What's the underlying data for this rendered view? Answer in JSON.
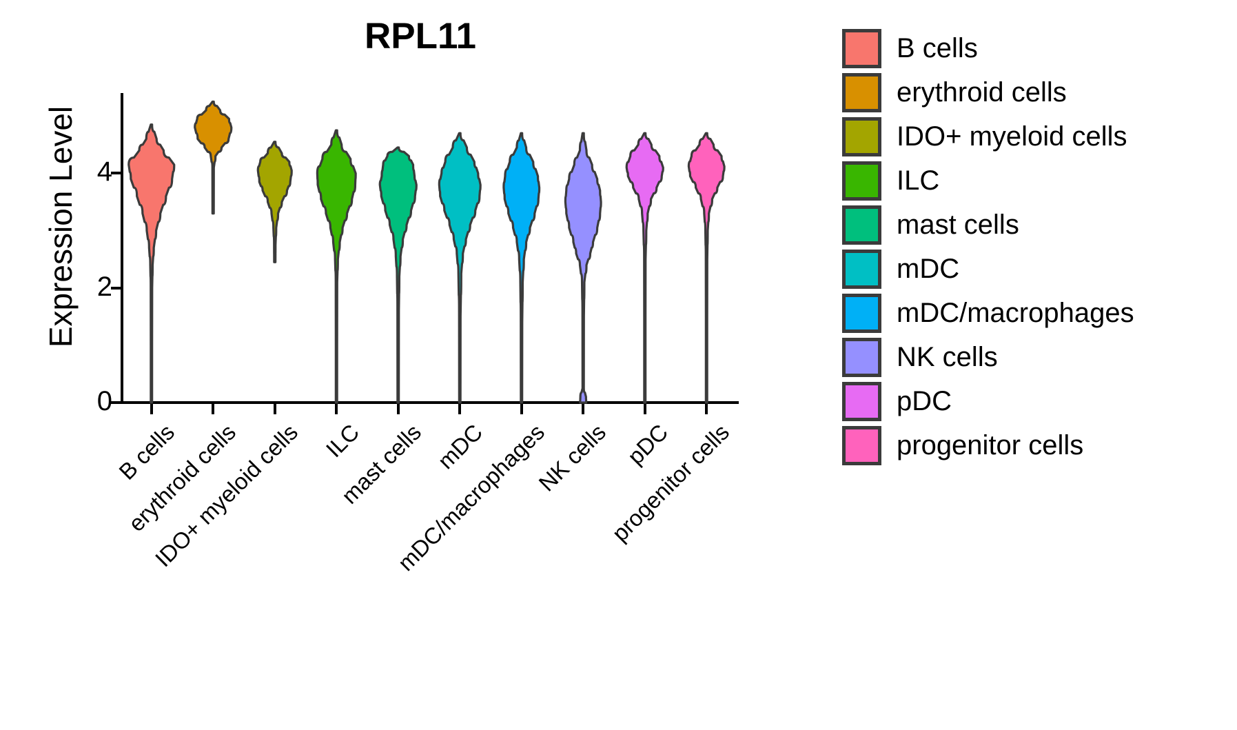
{
  "chart_data": {
    "type": "violin",
    "title": "RPL11",
    "xlabel": "",
    "ylabel": "Expression Level",
    "ylim": [
      0,
      5.4
    ],
    "yticks": [
      0,
      2,
      4
    ],
    "ytick_labels": [
      "0",
      "2",
      "4"
    ],
    "grid": false,
    "legend_position": "right",
    "x_tick_rotation": -45,
    "categories": [
      "B cells",
      "erythroid cells",
      "IDO+ myeloid cells",
      "ILC",
      "mast cells",
      "mDC",
      "mDC/macrophages",
      "NK cells",
      "pDC",
      "progenitor cells"
    ],
    "colors": [
      "#F8766D",
      "#D89000",
      "#A3A500",
      "#39B600",
      "#00BF7D",
      "#00BFC4",
      "#00B0F6",
      "#9590FF",
      "#E76BF3",
      "#FF62BC"
    ],
    "series": [
      {
        "name": "B cells",
        "color": "#F8766D",
        "median": 4.05,
        "peak": 4.15,
        "max": 4.85,
        "min": 0.0,
        "q1": 3.45,
        "q3": 4.4,
        "width_profile": [
          [
            4.85,
            0.02
          ],
          [
            4.6,
            0.22
          ],
          [
            4.4,
            0.52
          ],
          [
            4.15,
            0.97
          ],
          [
            3.9,
            0.88
          ],
          [
            3.6,
            0.62
          ],
          [
            3.3,
            0.38
          ],
          [
            3.0,
            0.2
          ],
          [
            2.7,
            0.1
          ],
          [
            2.4,
            0.05
          ],
          [
            2.0,
            0.03
          ],
          [
            1.0,
            0.02
          ],
          [
            0.0,
            0.02
          ]
        ]
      },
      {
        "name": "erythroid cells",
        "color": "#D89000",
        "median": 4.82,
        "peak": 4.8,
        "max": 5.25,
        "min": 3.3,
        "q1": 4.6,
        "q3": 5.0,
        "width_profile": [
          [
            5.25,
            0.02
          ],
          [
            5.1,
            0.3
          ],
          [
            4.95,
            0.68
          ],
          [
            4.8,
            0.78
          ],
          [
            4.6,
            0.66
          ],
          [
            4.45,
            0.36
          ],
          [
            4.3,
            0.1
          ],
          [
            4.1,
            0.03
          ],
          [
            3.3,
            0.02
          ]
        ]
      },
      {
        "name": "IDO+ myeloid cells",
        "color": "#A3A500",
        "median": 4.0,
        "peak": 4.05,
        "max": 4.55,
        "min": 2.45,
        "q1": 3.7,
        "q3": 4.2,
        "width_profile": [
          [
            4.55,
            0.02
          ],
          [
            4.35,
            0.3
          ],
          [
            4.2,
            0.62
          ],
          [
            4.05,
            0.72
          ],
          [
            3.85,
            0.66
          ],
          [
            3.7,
            0.52
          ],
          [
            3.5,
            0.3
          ],
          [
            3.3,
            0.14
          ],
          [
            3.05,
            0.06
          ],
          [
            2.75,
            0.03
          ],
          [
            2.45,
            0.02
          ]
        ]
      },
      {
        "name": "ILC",
        "color": "#39B600",
        "median": 3.92,
        "peak": 4.0,
        "max": 4.75,
        "min": 0.0,
        "q1": 3.5,
        "q3": 4.2,
        "width_profile": [
          [
            4.75,
            0.02
          ],
          [
            4.5,
            0.22
          ],
          [
            4.25,
            0.6
          ],
          [
            4.0,
            0.82
          ],
          [
            3.8,
            0.8
          ],
          [
            3.55,
            0.66
          ],
          [
            3.3,
            0.45
          ],
          [
            3.05,
            0.26
          ],
          [
            2.8,
            0.14
          ],
          [
            2.5,
            0.06
          ],
          [
            2.1,
            0.03
          ],
          [
            1.0,
            0.02
          ],
          [
            0.0,
            0.02
          ]
        ]
      },
      {
        "name": "mast cells",
        "color": "#00BF7D",
        "median": 3.78,
        "peak": 3.85,
        "max": 4.45,
        "min": 0.0,
        "q1": 3.4,
        "q3": 4.05,
        "width_profile": [
          [
            4.45,
            0.02
          ],
          [
            4.3,
            0.46
          ],
          [
            4.15,
            0.64
          ],
          [
            3.95,
            0.7
          ],
          [
            3.8,
            0.78
          ],
          [
            3.6,
            0.72
          ],
          [
            3.35,
            0.55
          ],
          [
            3.1,
            0.36
          ],
          [
            2.85,
            0.2
          ],
          [
            2.55,
            0.1
          ],
          [
            2.2,
            0.05
          ],
          [
            1.6,
            0.03
          ],
          [
            0.0,
            0.02
          ]
        ]
      },
      {
        "name": "mDC",
        "color": "#00BFC4",
        "median": 3.72,
        "peak": 3.8,
        "max": 4.7,
        "min": 0.0,
        "q1": 3.3,
        "q3": 4.05,
        "width_profile": [
          [
            4.7,
            0.02
          ],
          [
            4.45,
            0.3
          ],
          [
            4.2,
            0.62
          ],
          [
            4.0,
            0.78
          ],
          [
            3.8,
            0.88
          ],
          [
            3.6,
            0.84
          ],
          [
            3.35,
            0.66
          ],
          [
            3.1,
            0.44
          ],
          [
            2.85,
            0.26
          ],
          [
            2.6,
            0.13
          ],
          [
            2.25,
            0.06
          ],
          [
            1.5,
            0.03
          ],
          [
            0.0,
            0.02
          ]
        ]
      },
      {
        "name": "mDC/macrophages",
        "color": "#00B0F6",
        "median": 3.62,
        "peak": 3.75,
        "max": 4.7,
        "min": 0.0,
        "q1": 3.25,
        "q3": 3.95,
        "width_profile": [
          [
            4.7,
            0.02
          ],
          [
            4.45,
            0.2
          ],
          [
            4.2,
            0.5
          ],
          [
            3.95,
            0.7
          ],
          [
            3.75,
            0.76
          ],
          [
            3.55,
            0.72
          ],
          [
            3.3,
            0.56
          ],
          [
            3.05,
            0.36
          ],
          [
            2.8,
            0.2
          ],
          [
            2.5,
            0.1
          ],
          [
            2.1,
            0.05
          ],
          [
            1.4,
            0.03
          ],
          [
            0.0,
            0.02
          ]
        ]
      },
      {
        "name": "NK cells",
        "color": "#9590FF",
        "median": 3.45,
        "peak": 3.5,
        "max": 4.7,
        "min": 0.0,
        "q1": 3.05,
        "q3": 3.8,
        "width_profile": [
          [
            4.7,
            0.02
          ],
          [
            4.4,
            0.14
          ],
          [
            4.15,
            0.38
          ],
          [
            3.9,
            0.6
          ],
          [
            3.7,
            0.72
          ],
          [
            3.5,
            0.76
          ],
          [
            3.3,
            0.72
          ],
          [
            3.05,
            0.6
          ],
          [
            2.8,
            0.42
          ],
          [
            2.6,
            0.3
          ],
          [
            2.4,
            0.14
          ],
          [
            2.1,
            0.05
          ],
          [
            1.5,
            0.03
          ],
          [
            0.25,
            0.02
          ],
          [
            0.1,
            0.12
          ],
          [
            0.0,
            0.13
          ]
        ]
      },
      {
        "name": "pDC",
        "color": "#E76BF3",
        "median": 3.95,
        "peak": 4.05,
        "max": 4.7,
        "min": 0.0,
        "q1": 3.7,
        "q3": 4.25,
        "width_profile": [
          [
            4.7,
            0.02
          ],
          [
            4.5,
            0.28
          ],
          [
            4.3,
            0.62
          ],
          [
            4.1,
            0.78
          ],
          [
            3.95,
            0.72
          ],
          [
            3.75,
            0.5
          ],
          [
            3.55,
            0.26
          ],
          [
            3.3,
            0.12
          ],
          [
            3.0,
            0.06
          ],
          [
            2.5,
            0.03
          ],
          [
            1.5,
            0.02
          ],
          [
            0.0,
            0.02
          ]
        ]
      },
      {
        "name": "progenitor cells",
        "color": "#FF62BC",
        "median": 3.95,
        "peak": 4.05,
        "max": 4.7,
        "min": 0.0,
        "q1": 3.7,
        "q3": 4.25,
        "width_profile": [
          [
            4.7,
            0.02
          ],
          [
            4.5,
            0.3
          ],
          [
            4.3,
            0.64
          ],
          [
            4.12,
            0.76
          ],
          [
            3.95,
            0.7
          ],
          [
            3.75,
            0.46
          ],
          [
            3.55,
            0.24
          ],
          [
            3.3,
            0.1
          ],
          [
            3.0,
            0.05
          ],
          [
            2.5,
            0.03
          ],
          [
            1.5,
            0.02
          ],
          [
            0.0,
            0.02
          ]
        ]
      }
    ]
  },
  "legend": {
    "items": [
      {
        "label": "B cells",
        "color": "#F8766D"
      },
      {
        "label": "erythroid cells",
        "color": "#D89000"
      },
      {
        "label": "IDO+ myeloid cells",
        "color": "#A3A500"
      },
      {
        "label": "ILC",
        "color": "#39B600"
      },
      {
        "label": "mast cells",
        "color": "#00BF7D"
      },
      {
        "label": "mDC",
        "color": "#00BFC4"
      },
      {
        "label": "mDC/macrophages",
        "color": "#00B0F6"
      },
      {
        "label": "NK cells",
        "color": "#9590FF"
      },
      {
        "label": "pDC",
        "color": "#E76BF3"
      },
      {
        "label": "progenitor cells",
        "color": "#FF62BC"
      }
    ]
  },
  "axes": {
    "y_ticks": [
      "0",
      "2",
      "4"
    ],
    "x_ticks": [
      "B cells",
      "erythroid cells",
      "IDO+ myeloid cells",
      "ILC",
      "mast cells",
      "mDC",
      "mDC/macrophages",
      "NK cells",
      "pDC",
      "progenitor cells"
    ]
  },
  "style": {
    "outline_color": "#3b3b3b",
    "axis_color": "#000000",
    "background": "#ffffff"
  }
}
